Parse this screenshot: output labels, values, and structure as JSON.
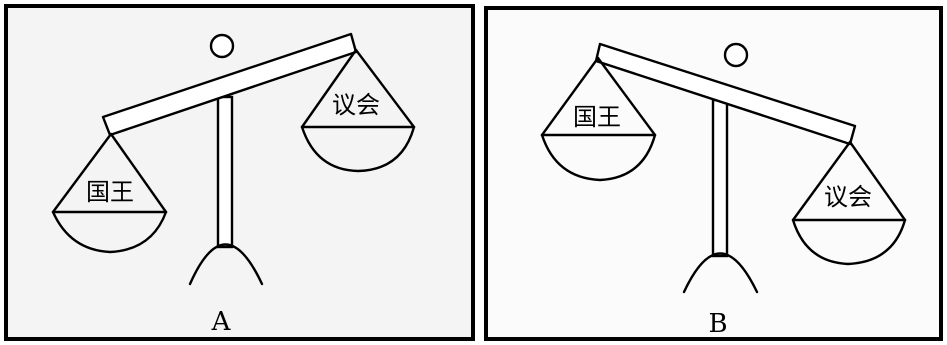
{
  "panels": [
    {
      "letter": "A",
      "left_pan_label": "国王",
      "right_pan_label": "议会"
    },
    {
      "letter": "B",
      "left_pan_label": "国王",
      "right_pan_label": "议会"
    }
  ]
}
